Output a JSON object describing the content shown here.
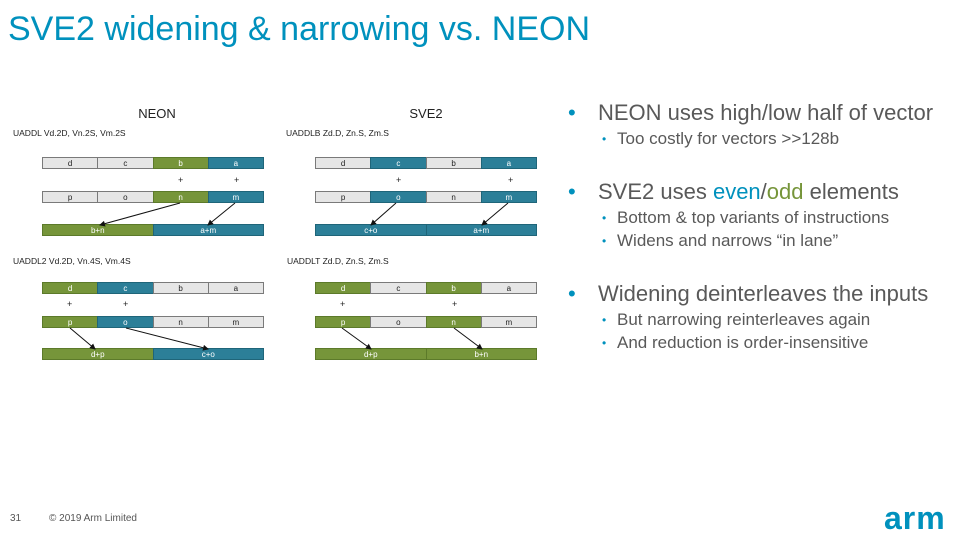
{
  "title": "SVE2 widening & narrowing vs. NEON",
  "neon": {
    "header": "NEON",
    "top": {
      "instruction": "UADDL  Vd.2D, Vn.2S, Vm.2S",
      "row1": [
        "d",
        "c",
        "b",
        "a"
      ],
      "row2": [
        "p",
        "o",
        "n",
        "m"
      ],
      "plus": [
        "+",
        "+"
      ],
      "result": [
        "b+n",
        "a+m"
      ]
    },
    "bottom": {
      "instruction": "UADDL2  Vd.2D, Vn.4S, Vm.4S",
      "row1": [
        "d",
        "c",
        "b",
        "a"
      ],
      "row2": [
        "p",
        "o",
        "n",
        "m"
      ],
      "plus": [
        "+",
        "+"
      ],
      "result": [
        "d+p",
        "c+o"
      ]
    }
  },
  "sve2": {
    "header": "SVE2",
    "top": {
      "instruction": "UADDLB  Zd.D, Zn.S, Zm.S",
      "row1": [
        "d",
        "c",
        "b",
        "a"
      ],
      "row2": [
        "p",
        "o",
        "n",
        "m"
      ],
      "plus": [
        "+",
        "+"
      ],
      "result": [
        "c+o",
        "a+m"
      ]
    },
    "bottom": {
      "instruction": "UADDLT  Zd.D, Zn.S, Zm.S",
      "row1": [
        "d",
        "c",
        "b",
        "a"
      ],
      "row2": [
        "p",
        "o",
        "n",
        "m"
      ],
      "plus": [
        "+",
        "+"
      ],
      "result": [
        "d+p",
        "b+n"
      ]
    }
  },
  "bullets": [
    {
      "text": "NEON uses high/low half of vector",
      "sub": [
        "Too costly for vectors >>128b"
      ]
    },
    {
      "pre": "SVE2 uses ",
      "even": "even",
      "slash": "/",
      "odd": "odd",
      "post": " elements",
      "sub": [
        "Bottom & top variants of instructions",
        "Widens and narrows “in lane”"
      ]
    },
    {
      "text": "Widening deinterleaves the inputs",
      "sub": [
        "But narrowing reinterleaves again",
        "And reduction is order-insensitive"
      ]
    }
  ],
  "footer": {
    "page": "31",
    "copyright": "© 2019 Arm Limited"
  },
  "logo": "arm",
  "colors": {
    "accent": "#0091bd",
    "green": "#76953a",
    "teal": "#2c7f98",
    "gray": "#e6e6e6"
  }
}
